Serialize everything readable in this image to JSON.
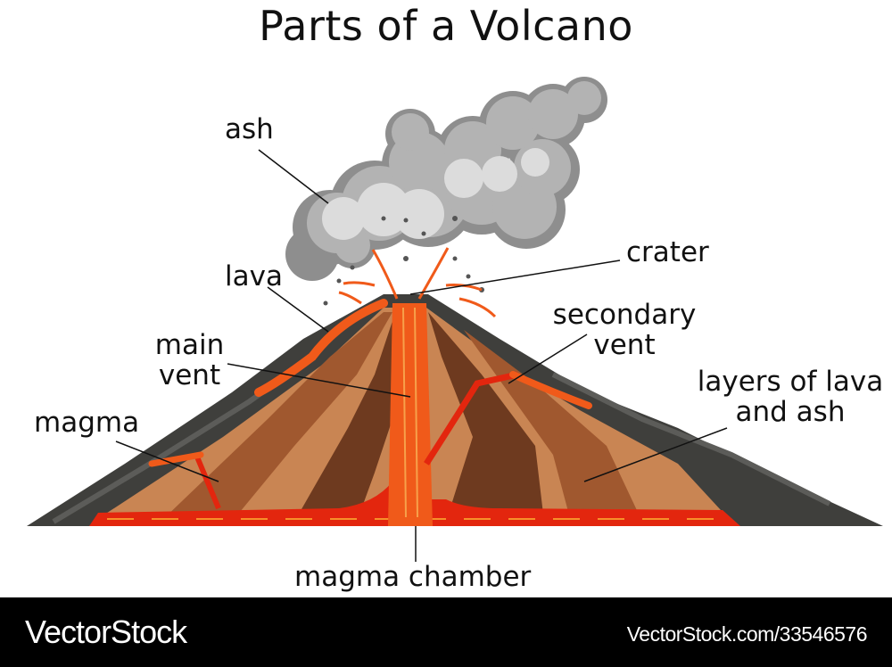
{
  "title": "Parts of a Volcano",
  "labels": {
    "ash": "ash",
    "lava": "lava",
    "main_vent_1": "main",
    "main_vent_2": "vent",
    "magma": "magma",
    "crater": "crater",
    "secondary_vent_1": "secondary",
    "secondary_vent_2": "vent",
    "layers_1": "layers of lava",
    "layers_2": "and ash",
    "magma_chamber": "magma chamber"
  },
  "colors": {
    "rock_dark": "#3f3f3c",
    "rock_mid": "#5a5a57",
    "layer_dark": "#6e3a1f",
    "layer_mid": "#a0582f",
    "layer_light": "#c98553",
    "lava": "#f05a1a",
    "lava_bright": "#f7902a",
    "magma_red": "#e3260e",
    "smoke_dark": "#8c8c8c",
    "smoke_mid": "#b5b5b5",
    "smoke_light": "#dedede"
  },
  "footer": {
    "brand": "VectorStock",
    "url": "VectorStock.com/33546576"
  }
}
